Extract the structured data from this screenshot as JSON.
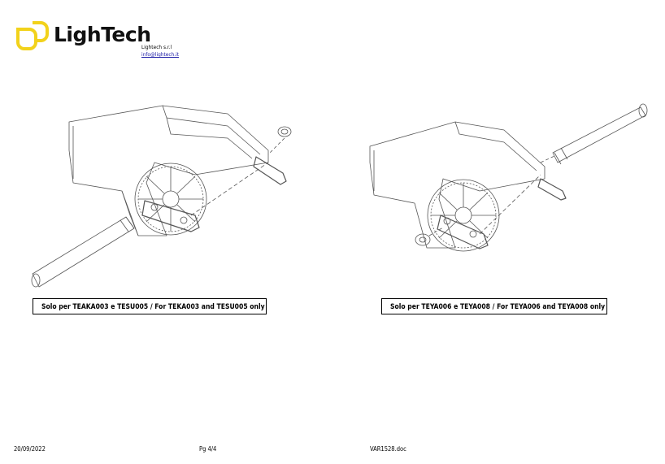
{
  "header": {
    "logo_text": "LighTech",
    "company_name": "Lightech s.r.l",
    "email": "info@lightech.it"
  },
  "figures": [
    {
      "caption": "Solo per TEAKA003 e TESU005 / For TEKA003 and TESU005 only"
    },
    {
      "caption": "Solo per TEYA006 e TEYA008 / For TEYA006 and TEYA008 only"
    }
  ],
  "footer": {
    "date": "20/09/2022",
    "page": "Pg 4/4",
    "filename": "VAR1528.doc"
  },
  "colors": {
    "logo_yellow": "#f2d21b",
    "link": "#1a1aa6"
  }
}
